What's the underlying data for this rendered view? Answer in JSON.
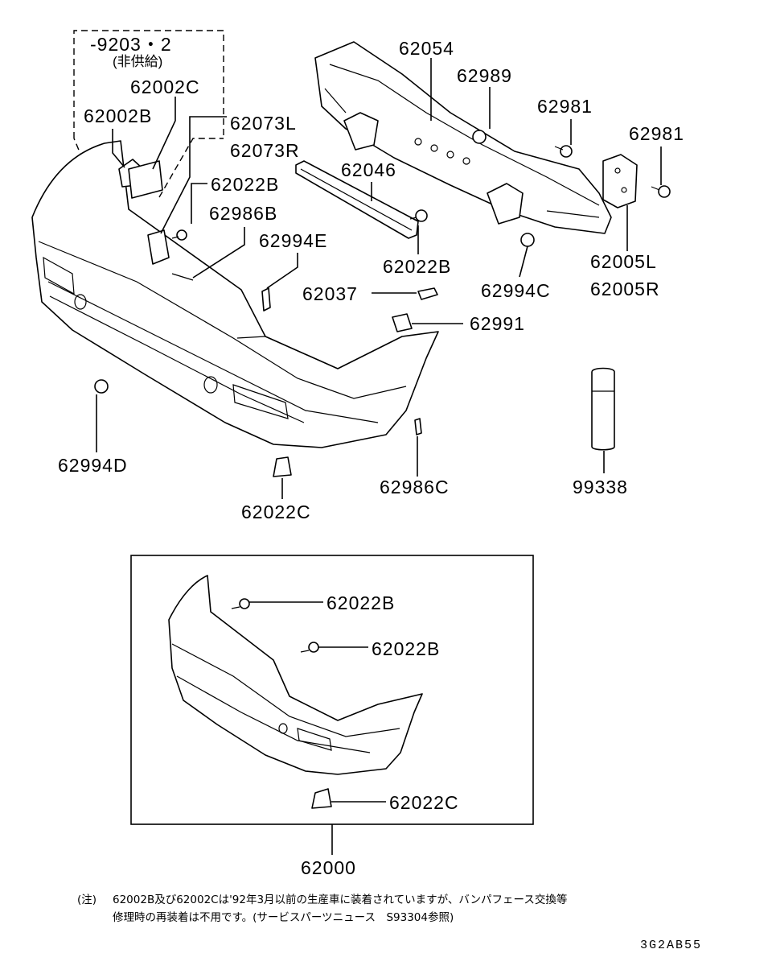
{
  "diagram_code": "3G2AB55",
  "bracket_note": {
    "date": "-9203・2",
    "status": "(非供給)"
  },
  "parts": {
    "p62002C": "62002C",
    "p62002B": "62002B",
    "p62073L": "62073L",
    "p62073R": "62073R",
    "p62022B_a": "62022B",
    "p62986B": "62986B",
    "p62994E": "62994E",
    "p62054": "62054",
    "p62989": "62989",
    "p62981_a": "62981",
    "p62981_b": "62981",
    "p62046": "62046",
    "p62022B_b": "62022B",
    "p62005L": "62005L",
    "p62005R": "62005R",
    "p62994C": "62994C",
    "p62037": "62037",
    "p62991": "62991",
    "p62994D": "62994D",
    "p62986C": "62986C",
    "p62022C_a": "62022C",
    "p99338": "99338",
    "p62022B_c": "62022B",
    "p62022B_d": "62022B",
    "p62022C_b": "62022C",
    "p62000": "62000"
  },
  "footnote": {
    "marker": "(注)",
    "line1": "62002B及び62002Cは'92年3月以前の生産車に装着されていますが、バンパフェース交換等",
    "line2": "修理時の再装着は不用です。(サービスパーツニュース　S93304参照)"
  }
}
